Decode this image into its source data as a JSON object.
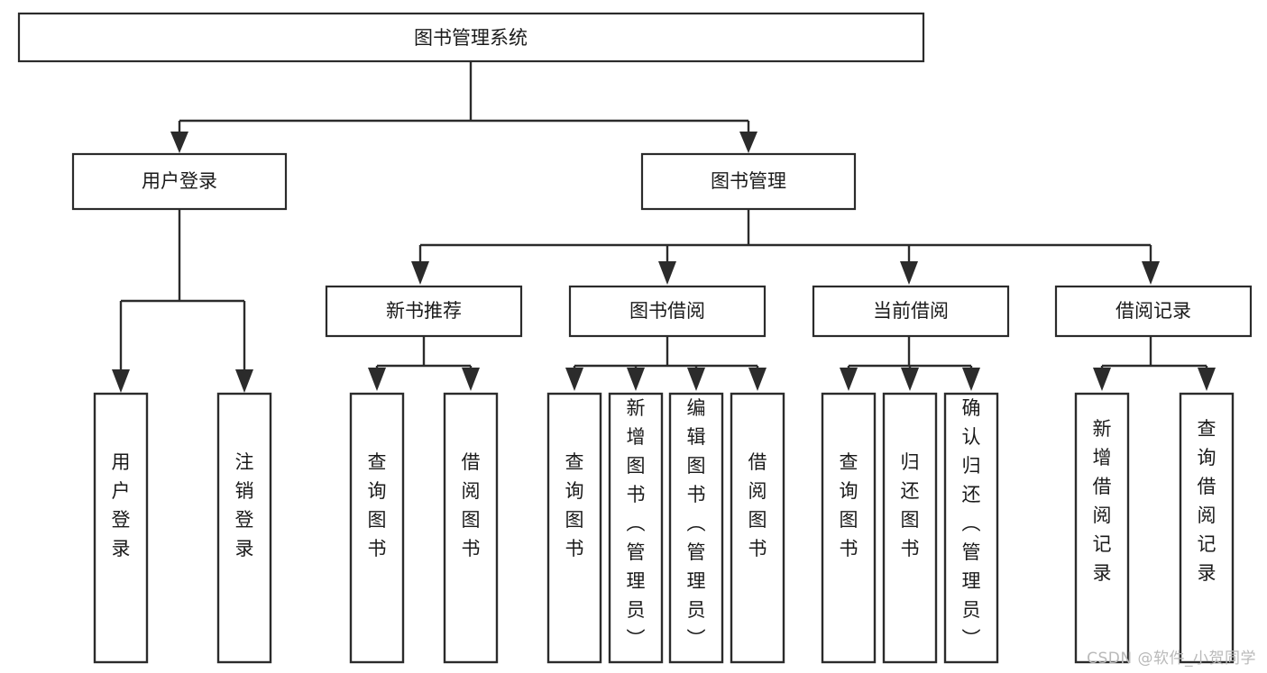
{
  "diagram": {
    "type": "tree",
    "title": "图书管理系统",
    "root": {
      "id": "root",
      "label": "图书管理系统"
    },
    "level2": [
      {
        "id": "user-login",
        "label": "用户登录"
      },
      {
        "id": "book-management",
        "label": "图书管理"
      }
    ],
    "level3": [
      {
        "id": "new-book-recommend",
        "label": "新书推荐",
        "parent": "book-management"
      },
      {
        "id": "book-borrow",
        "label": "图书借阅",
        "parent": "book-management"
      },
      {
        "id": "current-borrow",
        "label": "当前借阅",
        "parent": "book-management"
      },
      {
        "id": "borrow-record",
        "label": "借阅记录",
        "parent": "book-management"
      }
    ],
    "leaves": [
      {
        "id": "leaf-user-login",
        "label": "用户登录",
        "parent": "user-login"
      },
      {
        "id": "leaf-logout-login",
        "label": "注销登录",
        "parent": "user-login"
      },
      {
        "id": "leaf-query-book-1",
        "label": "查询图书",
        "parent": "new-book-recommend"
      },
      {
        "id": "leaf-borrow-book-1",
        "label": "借阅图书",
        "parent": "new-book-recommend"
      },
      {
        "id": "leaf-query-book-2",
        "label": "查询图书",
        "parent": "book-borrow"
      },
      {
        "id": "leaf-add-book",
        "label": "新增图书（管理员）",
        "parent": "book-borrow"
      },
      {
        "id": "leaf-edit-book",
        "label": "编辑图书（管理员）",
        "parent": "book-borrow"
      },
      {
        "id": "leaf-borrow-book-2",
        "label": "借阅图书",
        "parent": "book-borrow"
      },
      {
        "id": "leaf-query-book-3",
        "label": "查询图书",
        "parent": "current-borrow"
      },
      {
        "id": "leaf-return-book",
        "label": "归还图书",
        "parent": "current-borrow"
      },
      {
        "id": "leaf-confirm-return",
        "label": "确认归还（管理员）",
        "parent": "current-borrow"
      },
      {
        "id": "leaf-add-record",
        "label": "新增借阅记录",
        "parent": "borrow-record"
      },
      {
        "id": "leaf-query-record",
        "label": "查询借阅记录",
        "parent": "borrow-record"
      }
    ],
    "colors": {
      "stroke": "#2b2b2b",
      "fill": "#ffffff",
      "text": "#1a1a1a",
      "watermark": "#b9b9b9",
      "background": "#ffffff"
    }
  },
  "watermark": {
    "text": "CSDN @软件_小贺同学"
  }
}
